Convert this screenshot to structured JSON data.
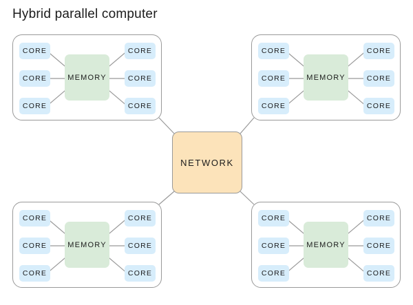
{
  "title": "Hybrid parallel computer",
  "labels": {
    "core": "CORE",
    "memory": "MEMORY",
    "network": "NETWORK"
  },
  "nodes": [
    {
      "id": "top-left"
    },
    {
      "id": "top-right"
    },
    {
      "id": "bottom-left"
    },
    {
      "id": "bottom-right"
    }
  ],
  "structure": {
    "cores_per_node": 6,
    "memory_per_node": 1,
    "hub": "NETWORK"
  },
  "colors": {
    "core_fill": "#d7edfb",
    "memory_fill": "#d9ebd9",
    "network_fill": "#fce3ba",
    "node_border": "#999999",
    "link_line": "#999999",
    "label_text": "#1b1b1b"
  }
}
